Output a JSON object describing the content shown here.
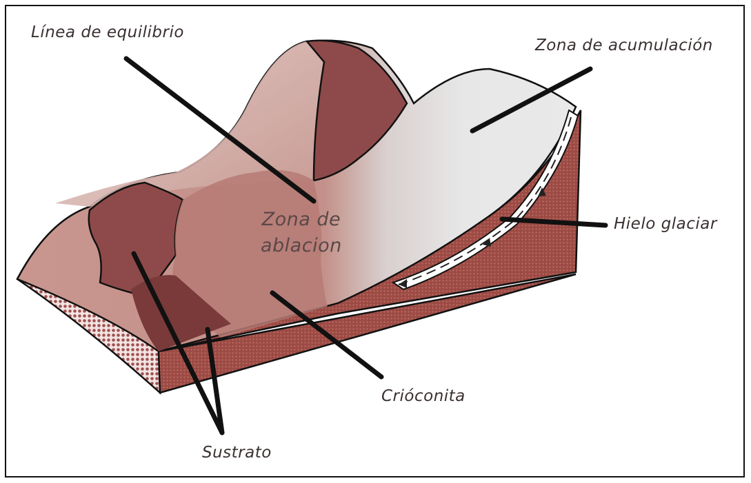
{
  "labels": {
    "equilibrium_line": "Línea de equilibrio",
    "accumulation_zone": "Zona de acumulación",
    "ablation_zone_line1": "Zona de",
    "ablation_zone_line2": "ablacion",
    "glacier_ice": "Hielo glaciar",
    "cryoconite": "Crióconita",
    "substrate": "Sustrato"
  },
  "colors": {
    "substrate_brown": "#8e4a4a",
    "dark_brown": "#6e2f30",
    "ablation_pink": "#c8968e",
    "ice_white": "#e4e4e4",
    "pointer_line": "#111111"
  }
}
